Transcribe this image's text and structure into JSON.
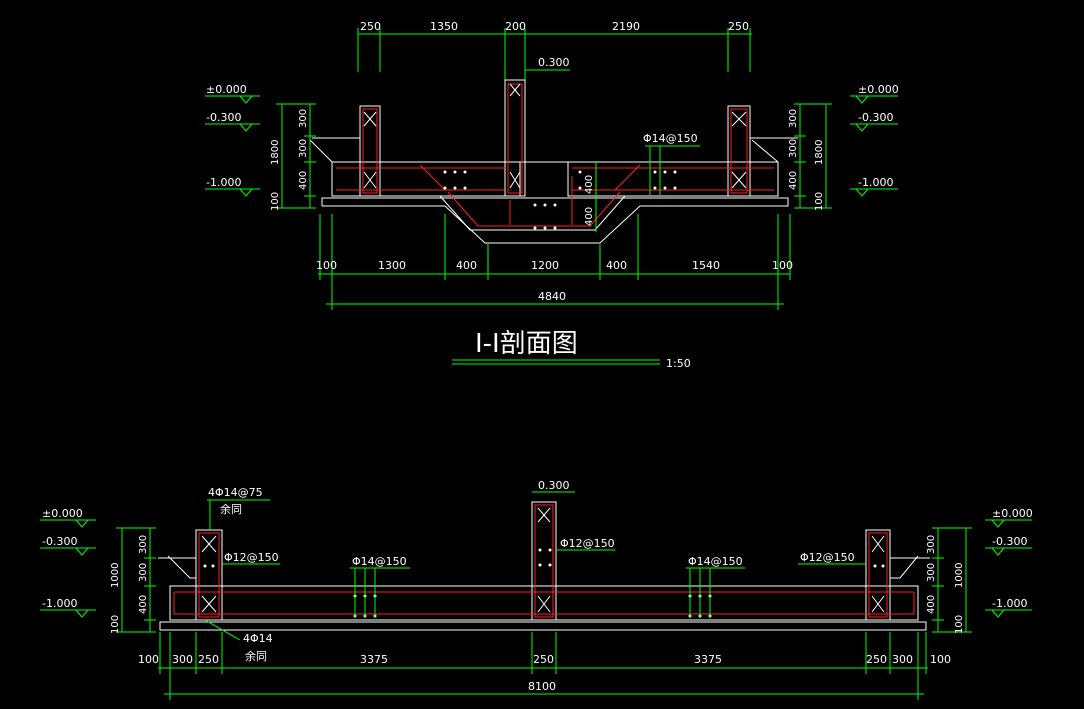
{
  "section1": {
    "top_dims": [
      "250",
      "1350",
      "200",
      "2190",
      "250"
    ],
    "bottom_dims": [
      "100",
      "1300",
      "400",
      "1200",
      "400",
      "1540",
      "100"
    ],
    "total": "4840",
    "elev_left": [
      "±0.000",
      "-0.300",
      "-1.000"
    ],
    "elev_right": [
      "±0.000",
      "-0.300",
      "-1.000"
    ],
    "mid_label": "0.300",
    "left_vert": [
      "300",
      "300",
      "400",
      "100"
    ],
    "left_total": "1800",
    "right_vert": [
      "300",
      "300",
      "400",
      "100"
    ],
    "right_total": "1800",
    "pit_dim": "400",
    "pit_dim2": "400",
    "rebar": "Φ14@150",
    "title": "I-I剖面图",
    "scale": "1:50"
  },
  "section2": {
    "elev_left": [
      "±0.000",
      "-0.300",
      "-1.000"
    ],
    "elev_right": [
      "±0.000",
      "-0.300",
      "-1.000"
    ],
    "mid_label": "0.300",
    "left_vert": [
      "300",
      "300",
      "400",
      "100"
    ],
    "left_total": "1000",
    "right_vert": [
      "300",
      "300",
      "400",
      "100"
    ],
    "right_total": "1000",
    "note_top": "4Φ14@75",
    "note_top2": "余同",
    "note_bottom": "4Φ14",
    "note_bottom2": "余同",
    "rebar_a": "Φ12@150",
    "rebar_b": "Φ14@150",
    "rebar_c": "Φ12@150",
    "rebar_d": "Φ14@150",
    "rebar_e": "Φ12@150",
    "bottom_dims": [
      "100",
      "300",
      "250",
      "3375",
      "250",
      "3375",
      "250",
      "300",
      "100"
    ],
    "total": "8100"
  }
}
